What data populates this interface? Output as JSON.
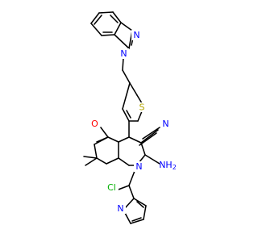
{
  "colors": {
    "bond": "#000000",
    "N": "#0000ff",
    "S": "#b2a400",
    "O": "#ff0000",
    "Cl": "#00b000"
  },
  "labels": {
    "benzimidazole_n_top": "N",
    "benzimidazole_n_bottom": "N",
    "thiophene_s": "S",
    "ketone_o": "O",
    "nitrile_n": "N",
    "amine": "NH",
    "amine_subscript": "2",
    "ring_n": "N",
    "chloro": "Cl",
    "pyridine_n": "N"
  }
}
